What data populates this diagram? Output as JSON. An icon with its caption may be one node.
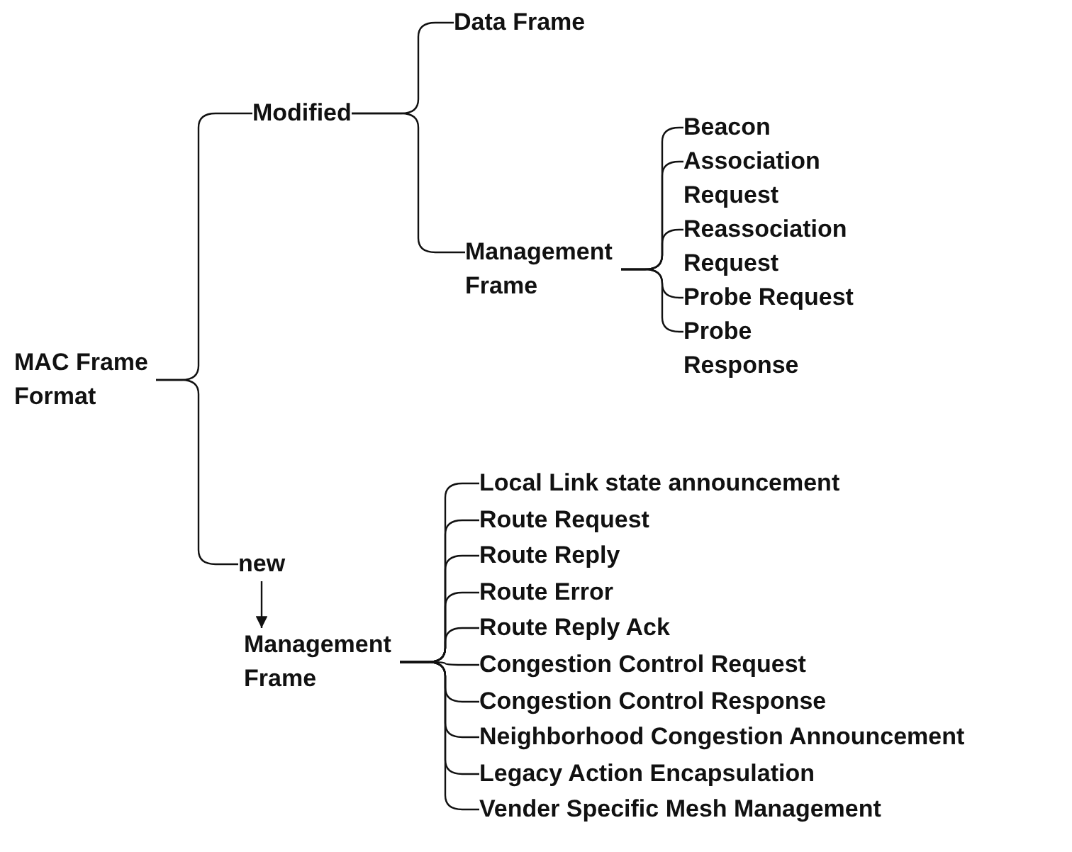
{
  "diagram": {
    "nodes": [
      {
        "text": [
          "MAC Frame Format"
        ]
      },
      {
        "text": [
          "Modified"
        ]
      },
      {
        "text": [
          "Data Frame"
        ]
      },
      {
        "text": [
          "Management Frame"
        ]
      },
      {
        "text": [
          "Beacon"
        ]
      },
      {
        "text": [
          "Association Request"
        ]
      },
      {
        "text": [
          "Reassociation Request"
        ]
      },
      {
        "text": [
          "Probe Request"
        ]
      },
      {
        "text": [
          "Probe Response"
        ]
      },
      {
        "text": [
          "new"
        ]
      },
      {
        "text": [
          "Management Frame"
        ]
      },
      {
        "text": [
          "Local Link state announcement"
        ]
      },
      {
        "text": [
          "Route Request"
        ]
      },
      {
        "text": [
          "Route Reply"
        ]
      },
      {
        "text": [
          "Route Error"
        ]
      },
      {
        "text": [
          "Route Reply Ack"
        ]
      },
      {
        "text": [
          "Congestion Control Request"
        ]
      },
      {
        "text": [
          "Congestion Control Response"
        ]
      },
      {
        "text": [
          "Neighborhood Congestion Announcement"
        ]
      },
      {
        "text": [
          "Legacy Action Encapsulation"
        ]
      },
      {
        "text": [
          "Vender Specific Mesh Management"
        ]
      }
    ],
    "edges": [
      {
        "from": 0,
        "to": 1,
        "arrow": "none"
      },
      {
        "from": 0,
        "to": 9,
        "arrow": "none"
      },
      {
        "from": 1,
        "to": 2,
        "arrow": "none"
      },
      {
        "from": 1,
        "to": 3,
        "arrow": "none"
      },
      {
        "from": 3,
        "to": 4,
        "arrow": "none"
      },
      {
        "from": 3,
        "to": 5,
        "arrow": "none"
      },
      {
        "from": 3,
        "to": 6,
        "arrow": "none"
      },
      {
        "from": 3,
        "to": 7,
        "arrow": "none"
      },
      {
        "from": 3,
        "to": 8,
        "arrow": "none"
      },
      {
        "from": 9,
        "to": 10,
        "arrow": "to"
      },
      {
        "from": 10,
        "to": 11,
        "arrow": "none"
      },
      {
        "from": 10,
        "to": 12,
        "arrow": "none"
      },
      {
        "from": 10,
        "to": 13,
        "arrow": "none"
      },
      {
        "from": 10,
        "to": 14,
        "arrow": "none"
      },
      {
        "from": 10,
        "to": 15,
        "arrow": "none"
      },
      {
        "from": 10,
        "to": 16,
        "arrow": "none"
      },
      {
        "from": 10,
        "to": 17,
        "arrow": "none"
      },
      {
        "from": 10,
        "to": 18,
        "arrow": "none"
      },
      {
        "from": 10,
        "to": 19,
        "arrow": "none"
      },
      {
        "from": 10,
        "to": 20,
        "arrow": "none"
      }
    ]
  }
}
